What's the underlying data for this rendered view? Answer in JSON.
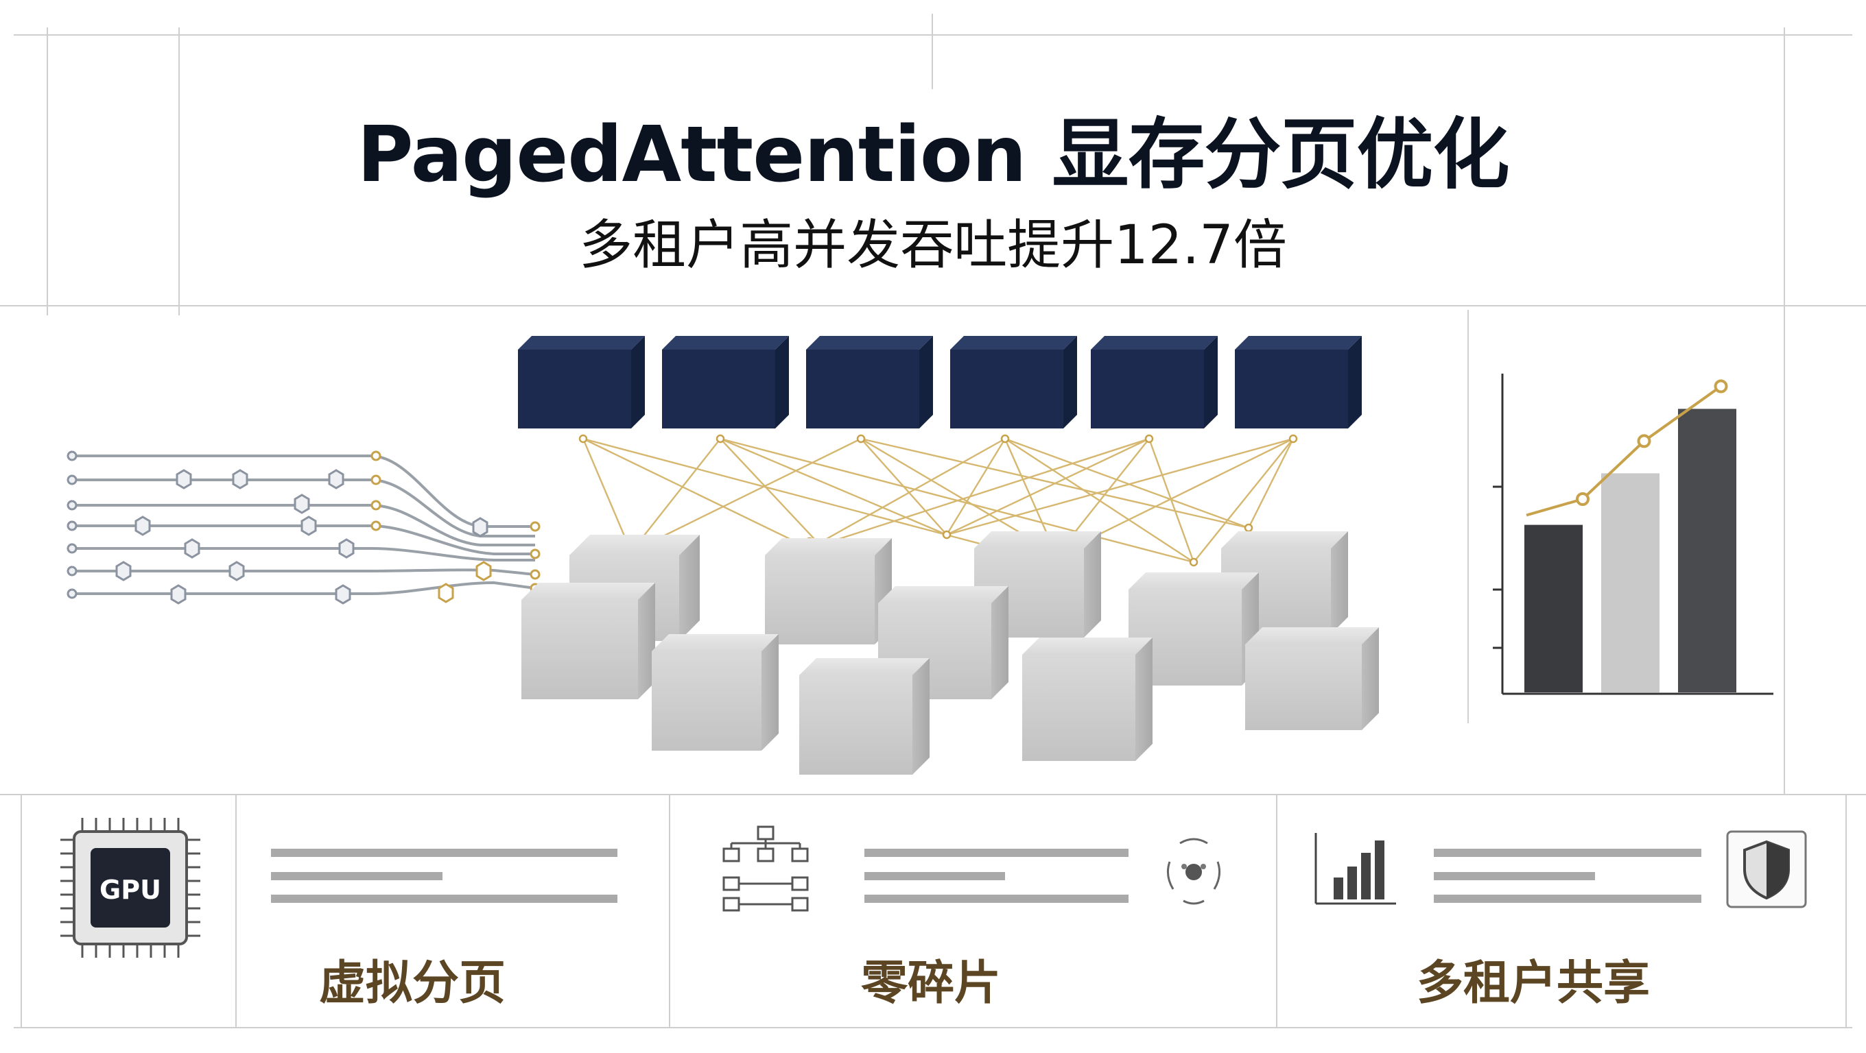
{
  "title": "PagedAttention 显存分页优化",
  "subtitle": "多租户高并发吞吐提升12.7倍",
  "gpu_label": "GPU",
  "colors": {
    "navy": "#1b2a4e",
    "gold": "#c8a24a",
    "gray_block": "#d4d4d4",
    "label_brown": "#5c4522"
  },
  "panels": [
    {
      "label": "虚拟分页",
      "icon": "gpu-chip-icon"
    },
    {
      "label": "零碎片",
      "icon": "block-tree-icon"
    },
    {
      "label": "多租户共享",
      "icon": "bar-chart-icon"
    }
  ],
  "chart_data": {
    "type": "bar",
    "categories": [
      "",
      "",
      ""
    ],
    "values": [
      0.52,
      0.68,
      0.88
    ],
    "line": [
      0.6,
      0.78,
      0.95
    ],
    "xlabel": "",
    "ylabel": ""
  }
}
